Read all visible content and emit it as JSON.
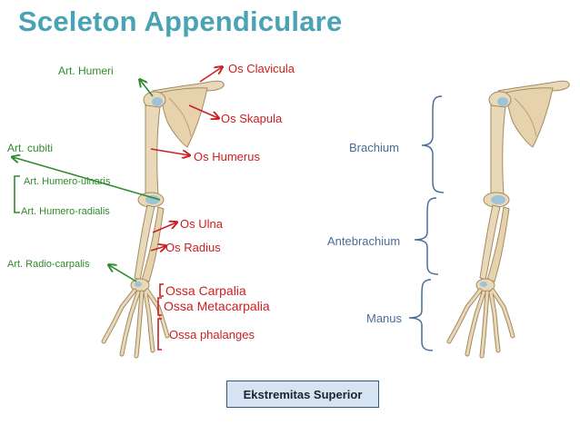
{
  "title": "Sceleton Appendiculare",
  "labels": {
    "os_clavicula": "Os Clavicula",
    "os_skapula": "Os Skapula",
    "os_humerus": "Os Humerus",
    "os_ulna": "Os Ulna",
    "os_radius": "Os Radius",
    "ossa_carpalia": "Ossa Carpalia",
    "ossa_metacarpalia": "Ossa Metacarpalia",
    "ossa_phalanges": "Ossa phalanges",
    "art_humeri": "Art. Humeri",
    "art_cubiti": "Art. cubiti",
    "art_humero_ulnaris": "Art. Humero-ulnaris",
    "art_humero_radialis": "Art. Humero-radialis",
    "art_radio_carpalis": "Art. Radio-carpalis",
    "brachium": "Brachium",
    "antebrachium": "Antebrachium",
    "manus": "Manus"
  },
  "caption": "Ekstremitas Superior",
  "colors": {
    "title": "#4aa3b4",
    "bone_label": "#cc1f1f",
    "joint_label": "#2e8b2e",
    "region_label": "#4a6d98",
    "bone": "#ead9b8",
    "bone_outline": "#a28a62",
    "cartilage": "#9cc3d8"
  }
}
